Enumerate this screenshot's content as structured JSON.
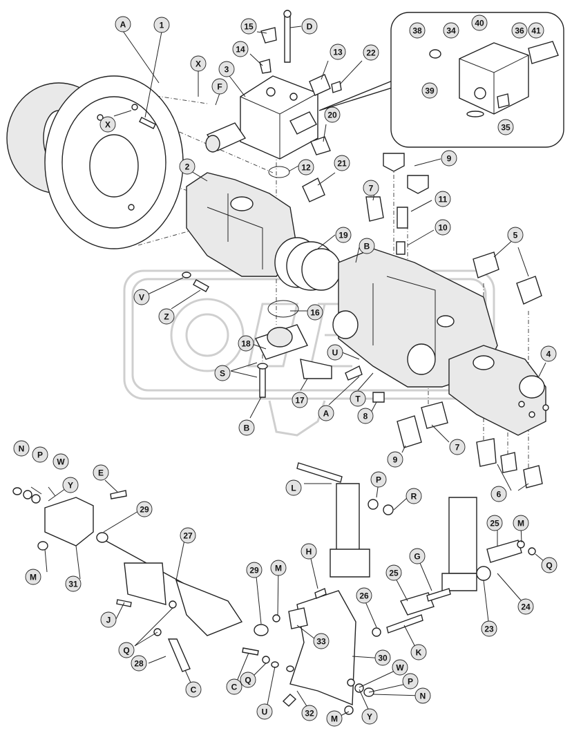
{
  "callouts": [
    {
      "label": "A"
    },
    {
      "label": "1"
    },
    {
      "label": "X"
    },
    {
      "label": "F"
    },
    {
      "label": "15"
    },
    {
      "label": "D"
    },
    {
      "label": "14"
    },
    {
      "label": "13"
    },
    {
      "label": "22"
    },
    {
      "label": "3"
    },
    {
      "label": "20"
    },
    {
      "label": "X"
    },
    {
      "label": "38"
    },
    {
      "label": "34"
    },
    {
      "label": "40"
    },
    {
      "label": "36"
    },
    {
      "label": "41"
    },
    {
      "label": "39"
    },
    {
      "label": "35"
    },
    {
      "label": "2"
    },
    {
      "label": "12"
    },
    {
      "label": "21"
    },
    {
      "label": "9"
    },
    {
      "label": "7"
    },
    {
      "label": "11"
    },
    {
      "label": "10"
    },
    {
      "label": "19"
    },
    {
      "label": "B"
    },
    {
      "label": "5"
    },
    {
      "label": "V"
    },
    {
      "label": "Z"
    },
    {
      "label": "16"
    },
    {
      "label": "18"
    },
    {
      "label": "U"
    },
    {
      "label": "S"
    },
    {
      "label": "4"
    },
    {
      "label": "17"
    },
    {
      "label": "T"
    },
    {
      "label": "A"
    },
    {
      "label": "8"
    },
    {
      "label": "B"
    },
    {
      "label": "7"
    },
    {
      "label": "9"
    },
    {
      "label": "6"
    },
    {
      "label": "N"
    },
    {
      "label": "P"
    },
    {
      "label": "W"
    },
    {
      "label": "E"
    },
    {
      "label": "Y"
    },
    {
      "label": "L"
    },
    {
      "label": "P"
    },
    {
      "label": "R"
    },
    {
      "label": "29"
    },
    {
      "label": "27"
    },
    {
      "label": "M"
    },
    {
      "label": "31"
    },
    {
      "label": "25"
    },
    {
      "label": "M"
    },
    {
      "label": "Q"
    },
    {
      "label": "H"
    },
    {
      "label": "G"
    },
    {
      "label": "29"
    },
    {
      "label": "M"
    },
    {
      "label": "25"
    },
    {
      "label": "J"
    },
    {
      "label": "26"
    },
    {
      "label": "24"
    },
    {
      "label": "23"
    },
    {
      "label": "Q"
    },
    {
      "label": "33"
    },
    {
      "label": "K"
    },
    {
      "label": "28"
    },
    {
      "label": "C"
    },
    {
      "label": "30"
    },
    {
      "label": "C"
    },
    {
      "label": "Q"
    },
    {
      "label": "W"
    },
    {
      "label": "U"
    },
    {
      "label": "P"
    },
    {
      "label": "N"
    },
    {
      "label": "32"
    },
    {
      "label": "M"
    },
    {
      "label": "Y"
    }
  ]
}
